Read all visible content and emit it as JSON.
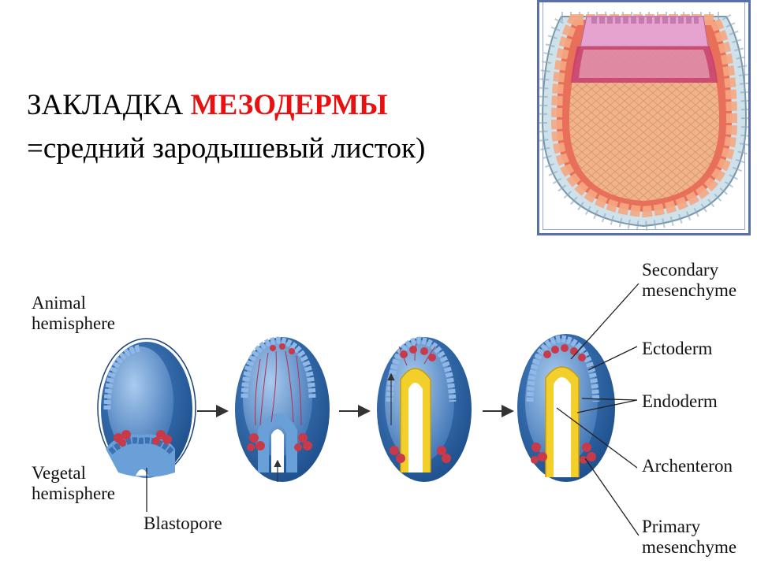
{
  "title": {
    "line1_plain": "ЗАКЛАДКА ",
    "line1_red": "МЕЗОДЕРМЫ",
    "line2": "=средний зародышевый листок)"
  },
  "labels": {
    "animal_1": "Animal",
    "animal_2": "hemisphere",
    "vegetal_1": "Vegetal",
    "vegetal_2": "hemisphere",
    "blastopore": "Blastopore",
    "secondary_1": "Secondary",
    "secondary_2": "mesenchyme",
    "ectoderm": "Ectoderm",
    "endoderm": "Endoderm",
    "archenteron": "Archenteron",
    "primary_1": "Primary",
    "primary_2": "mesenchyme"
  },
  "colors": {
    "accent_red": "#e81010",
    "embryo_blue": "#2f66a8",
    "cell_light_blue": "#8fb8e6",
    "endoderm_yellow": "#f2cf2a",
    "mesenchyme_red": "#c83a4a"
  }
}
